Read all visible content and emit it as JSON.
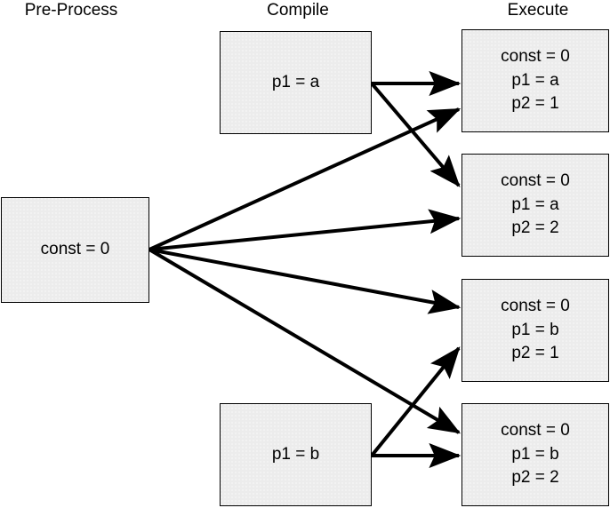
{
  "diagram": {
    "title_columns": [
      {
        "id": "pre-process",
        "label": "Pre-Process"
      },
      {
        "id": "compile",
        "label": "Compile"
      },
      {
        "id": "execute",
        "label": "Execute"
      }
    ],
    "preprocess_node": {
      "id": "preprocess-const",
      "lines": [
        "const = 0"
      ]
    },
    "compile_nodes": [
      {
        "id": "compile-p1-a",
        "lines": [
          "p1 = a"
        ]
      },
      {
        "id": "compile-p1-b",
        "lines": [
          "p1 = b"
        ]
      }
    ],
    "execute_nodes": [
      {
        "id": "execute-a-1",
        "lines": [
          "const = 0",
          "p1 = a",
          "p2 = 1"
        ]
      },
      {
        "id": "execute-a-2",
        "lines": [
          "const = 0",
          "p1 = a",
          "p2 = 2"
        ]
      },
      {
        "id": "execute-b-1",
        "lines": [
          "const = 0",
          "p1 = b",
          "p2 = 1"
        ]
      },
      {
        "id": "execute-b-2",
        "lines": [
          "const = 0",
          "p1 = b",
          "p2 = 2"
        ]
      }
    ],
    "colors": {
      "box_fill": "#ececec",
      "box_stroke": "#000000",
      "arrow": "#000000",
      "text": "#000000",
      "background": "#ffffff"
    }
  }
}
